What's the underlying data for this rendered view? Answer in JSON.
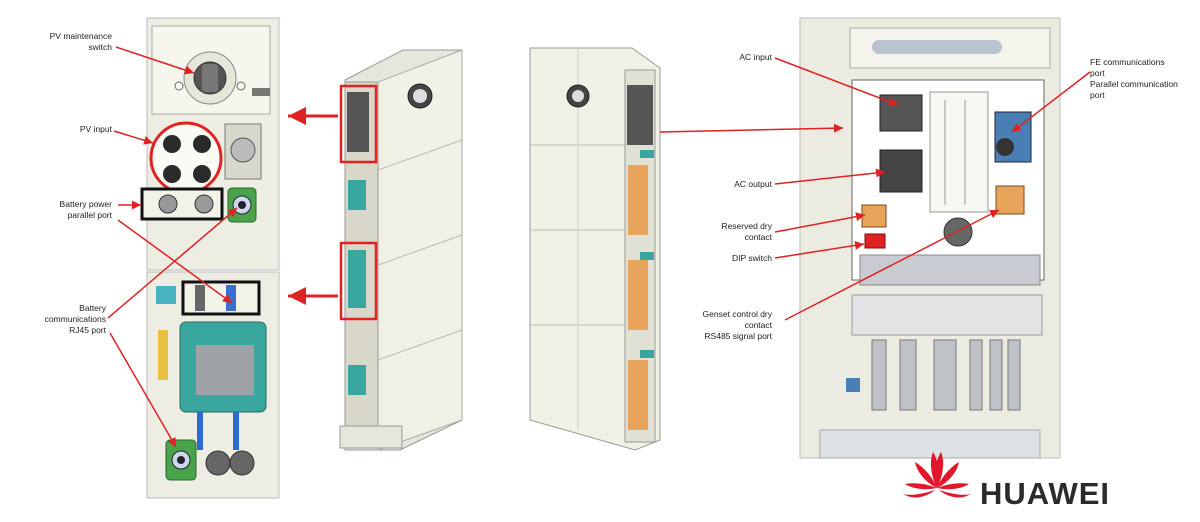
{
  "labels": {
    "pv_maintenance_switch": "PV maintenance\nswitch",
    "pv_input": "PV input",
    "battery_power_parallel_port": "Battery power\nparallel port",
    "battery_communications_rj45": "Battery\ncommunications\nRJ45 port",
    "ac_input": "AC input",
    "ac_output": "AC output",
    "reserved_dry_contact": "Reserved dry\ncontact",
    "dip_switch": "DIP switch",
    "genset_rs485": "Genset control dry\ncontact\nRS485 signal port",
    "fe_parallel": "FE communications\nport\nParallel communication\nport"
  },
  "logo": {
    "text": "HUAWEI",
    "color": "#e0162b"
  },
  "colors": {
    "callout_red": "#e02222",
    "arrow_red": "#e83030",
    "cabinet": "#f1f0e4",
    "teal": "#3aa79e",
    "orange_port": "#e8a45a"
  }
}
